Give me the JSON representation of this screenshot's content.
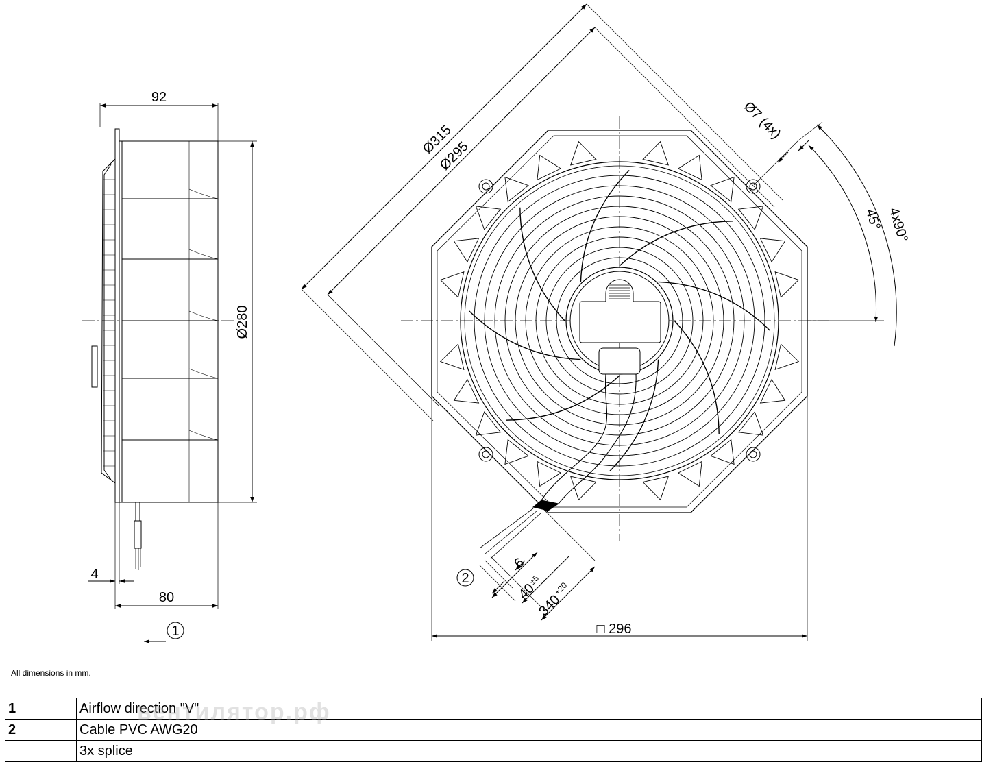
{
  "side_view": {
    "width_top": "92",
    "diameter": "Ø280",
    "flange": "4",
    "width_bottom": "80",
    "callout_airflow": "1"
  },
  "front_view": {
    "d_outer": "Ø315",
    "d_inner": "Ø295",
    "holes": "Ø7 (4x)",
    "angle_45": "45°",
    "angle_4x90": "4x90°",
    "square": "□ 296",
    "callout_cable": "2",
    "strip_6": "6",
    "strip_40": "40",
    "strip_40_tol": "±5",
    "cable_340": "340",
    "cable_340_tol": "+20"
  },
  "note": "All dimensions in mm.",
  "legend": [
    {
      "num": "1",
      "text": "Airflow direction \"V\""
    },
    {
      "num": "2",
      "text": "Cable PVC AWG20"
    },
    {
      "num": "",
      "text": "3x splice"
    }
  ],
  "watermark": "вентилятор.рф"
}
